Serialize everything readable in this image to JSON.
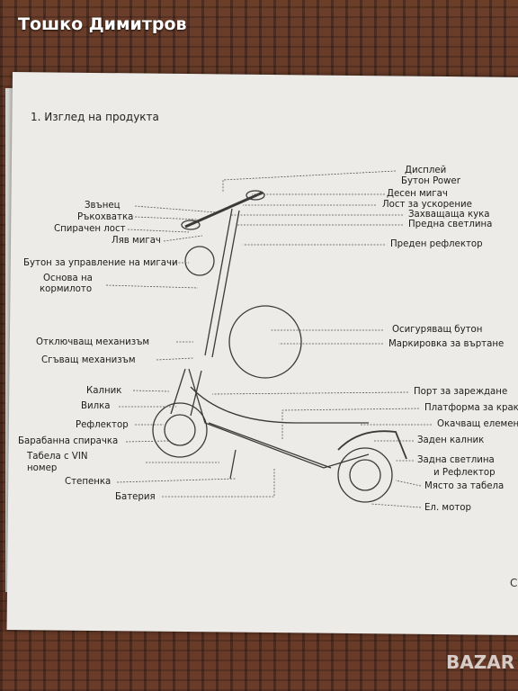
{
  "seller_name": "Тошко Димитров",
  "section_title": "1. Изглед на продукта",
  "labels_left": [
    {
      "id": "bell",
      "text": "Звънец"
    },
    {
      "id": "grip",
      "text": "Ръкохватка"
    },
    {
      "id": "brake_lever",
      "text": "Спирачен лост"
    },
    {
      "id": "left_signal",
      "text": "Ляв мигач"
    },
    {
      "id": "signal_button",
      "text": "Бутон за управление на мигачи"
    },
    {
      "id": "handlebar_base_1",
      "text": "Основа на"
    },
    {
      "id": "handlebar_base_2",
      "text": "кормилото"
    },
    {
      "id": "unlock",
      "text": "Отключващ механизъм"
    },
    {
      "id": "folding",
      "text": "Сгъващ механизъм"
    },
    {
      "id": "fender",
      "text": "Калник"
    },
    {
      "id": "fork",
      "text": "Вилка"
    },
    {
      "id": "reflector",
      "text": "Рефлектор"
    },
    {
      "id": "drum_brake",
      "text": "Барабанна спирачка"
    },
    {
      "id": "vin_1",
      "text": "Табела с VIN"
    },
    {
      "id": "vin_2",
      "text": "номер"
    },
    {
      "id": "kickstand",
      "text": "Степенка"
    },
    {
      "id": "battery",
      "text": "Батерия"
    }
  ],
  "labels_right": [
    {
      "id": "display",
      "text": "Дисплей"
    },
    {
      "id": "power",
      "text": "Бутон Power"
    },
    {
      "id": "right_signal",
      "text": "Десен мигач"
    },
    {
      "id": "throttle",
      "text": "Лост за ускорение"
    },
    {
      "id": "hook",
      "text": "Захващаща кука"
    },
    {
      "id": "front_light",
      "text": "Предна светлина"
    },
    {
      "id": "front_reflector",
      "text": "Преден рефлектор"
    },
    {
      "id": "safety_button",
      "text": "Осигуряващ бутон"
    },
    {
      "id": "rotation_mark",
      "text": "Маркировка за въртане"
    },
    {
      "id": "charging_port",
      "text": "Порт за зареждане"
    },
    {
      "id": "foot_platform",
      "text": "Платформа за крака"
    },
    {
      "id": "hanging",
      "text": "Окачващ елемент"
    },
    {
      "id": "rear_fender",
      "text": "Заден калник"
    },
    {
      "id": "rear_light_1",
      "text": "Задна светлина"
    },
    {
      "id": "rear_light_2",
      "text": "и Рефлектор"
    },
    {
      "id": "plate",
      "text": "Място за табела"
    },
    {
      "id": "motor",
      "text": "Ел. мотор"
    }
  ],
  "page_number": "С",
  "watermark": "BAZAR"
}
